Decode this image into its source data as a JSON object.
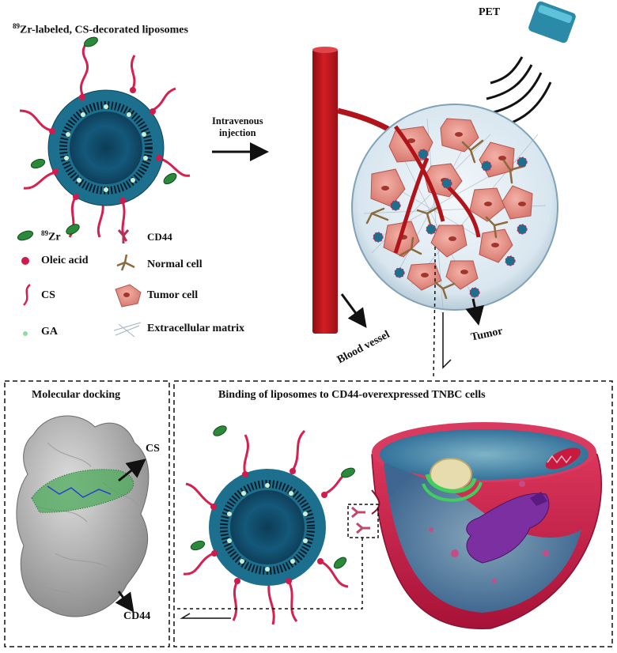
{
  "title": {
    "prefix": "89",
    "text": "Zr-labeled, CS-decorated liposomes"
  },
  "pet_label": "PET",
  "injection_label": [
    "Intravenous",
    "injection"
  ],
  "blood_vessel_label": "Blood vessel",
  "tumor_label": "Tumor",
  "legend": {
    "left": [
      {
        "icon": "zr89-icon",
        "sup": "89",
        "label": "Zr"
      },
      {
        "icon": "oleic-acid-icon",
        "sup": "",
        "label": "Oleic acid"
      },
      {
        "icon": "cs-chain-icon",
        "sup": "",
        "label": "CS"
      },
      {
        "icon": "ga-icon",
        "sup": "",
        "label": "GA"
      }
    ],
    "right": [
      {
        "icon": "cd44-icon",
        "label": "CD44"
      },
      {
        "icon": "normal-cell-icon",
        "label": "Normal cell"
      },
      {
        "icon": "tumor-cell-icon",
        "label": "Tumor cell"
      },
      {
        "icon": "extracellular-matrix-icon",
        "label": "Extracellular matrix"
      }
    ]
  },
  "panel_left": {
    "title": "Molecular docking",
    "cs_label": "CS",
    "cd44_label": "CD44"
  },
  "panel_right": {
    "title": "Binding of liposomes to CD44-overexpressed TNBC cells"
  },
  "colors": {
    "liposome": "#1d6f8e",
    "liposome_dark": "#0f4560",
    "lipid_tail": "#0b1d2a",
    "cs_chain": "#d6204f",
    "oleic": "#d01b4c",
    "zr_green": "#2a8a3a",
    "vessel": "#c4161c",
    "tumor_cell": "#e08a80",
    "pet": "#2a8aa8",
    "cell_outer": "#d5294f",
    "cell_inner": "#4a8ab0"
  }
}
